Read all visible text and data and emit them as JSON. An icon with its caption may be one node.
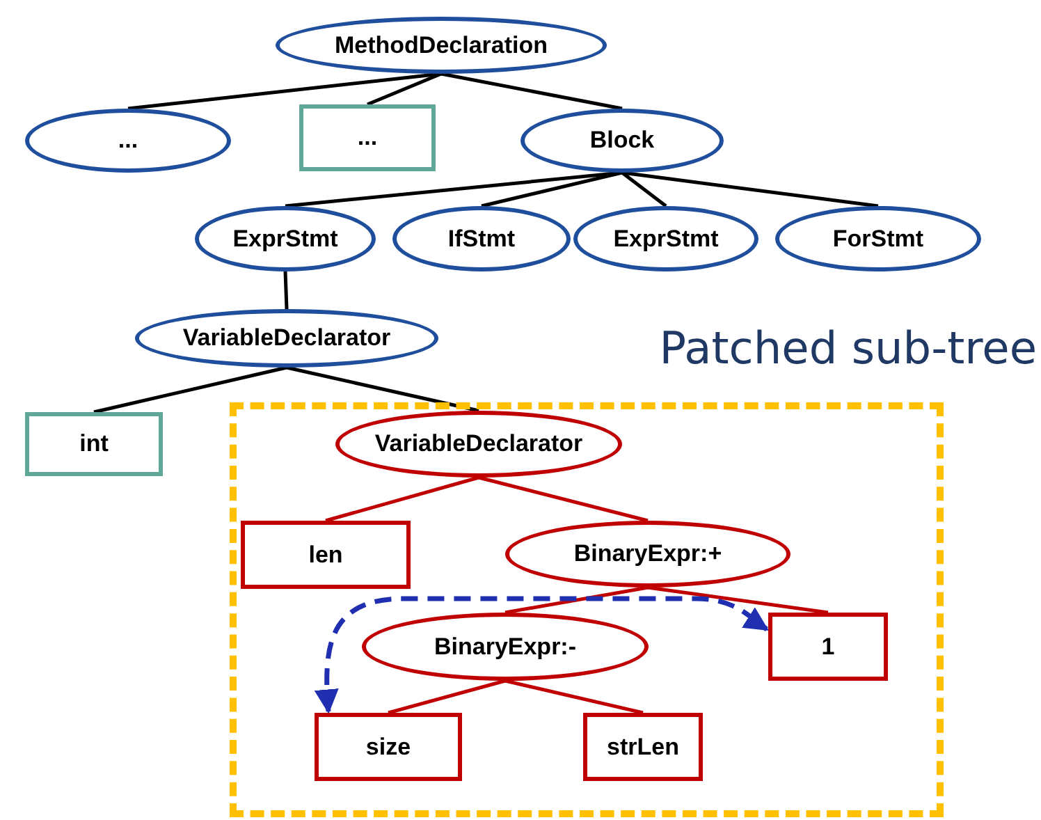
{
  "diagram": {
    "nodes": [
      {
        "text": [
          "MethodDeclaration"
        ]
      },
      {
        "text": [
          "..."
        ]
      },
      {
        "text": [
          "..."
        ]
      },
      {
        "text": [
          "Block"
        ]
      },
      {
        "text": [
          "ExprStmt"
        ]
      },
      {
        "text": [
          "IfStmt"
        ]
      },
      {
        "text": [
          "ExprStmt"
        ]
      },
      {
        "text": [
          "ForStmt"
        ]
      },
      {
        "text": [
          "VariableDeclarator"
        ]
      },
      {
        "text": [
          "int"
        ]
      },
      {
        "text": [
          "Patched sub-tree"
        ]
      },
      {
        "text": [
          "VariableDeclarator"
        ],
        "in": 10
      },
      {
        "text": [
          "len"
        ],
        "in": 10
      },
      {
        "text": [
          "BinaryExpr:+"
        ],
        "in": 10
      },
      {
        "text": [
          "BinaryExpr:-"
        ],
        "in": 10
      },
      {
        "text": [
          "1"
        ],
        "in": 10
      },
      {
        "text": [
          "size"
        ],
        "in": 10
      },
      {
        "text": [
          "strLen"
        ],
        "in": 10
      }
    ],
    "edges": [
      {
        "from": 0,
        "to": 1,
        "arrow": "none"
      },
      {
        "from": 0,
        "to": 2,
        "arrow": "none"
      },
      {
        "from": 0,
        "to": 3,
        "arrow": "none"
      },
      {
        "from": 3,
        "to": 4,
        "arrow": "none"
      },
      {
        "from": 3,
        "to": 5,
        "arrow": "none"
      },
      {
        "from": 3,
        "to": 6,
        "arrow": "none"
      },
      {
        "from": 3,
        "to": 7,
        "arrow": "none"
      },
      {
        "from": 4,
        "to": 8,
        "arrow": "none"
      },
      {
        "from": 8,
        "to": 9,
        "arrow": "none"
      },
      {
        "from": 8,
        "to": 11,
        "arrow": "none"
      },
      {
        "from": 11,
        "to": 12,
        "arrow": "none",
        "color": "#c00000"
      },
      {
        "from": 11,
        "to": 13,
        "arrow": "none",
        "color": "#c00000"
      },
      {
        "from": 13,
        "to": 14,
        "arrow": "none",
        "color": "#c00000"
      },
      {
        "from": 13,
        "to": 15,
        "arrow": "none",
        "color": "#c00000"
      },
      {
        "from": 14,
        "to": 16,
        "arrow": "none",
        "color": "#c00000"
      },
      {
        "from": 14,
        "to": 17,
        "arrow": "none",
        "color": "#c00000"
      },
      {
        "from": 16,
        "to": 15,
        "arrow": "both",
        "style": "dashed",
        "color": "#1f2fb0"
      }
    ]
  }
}
